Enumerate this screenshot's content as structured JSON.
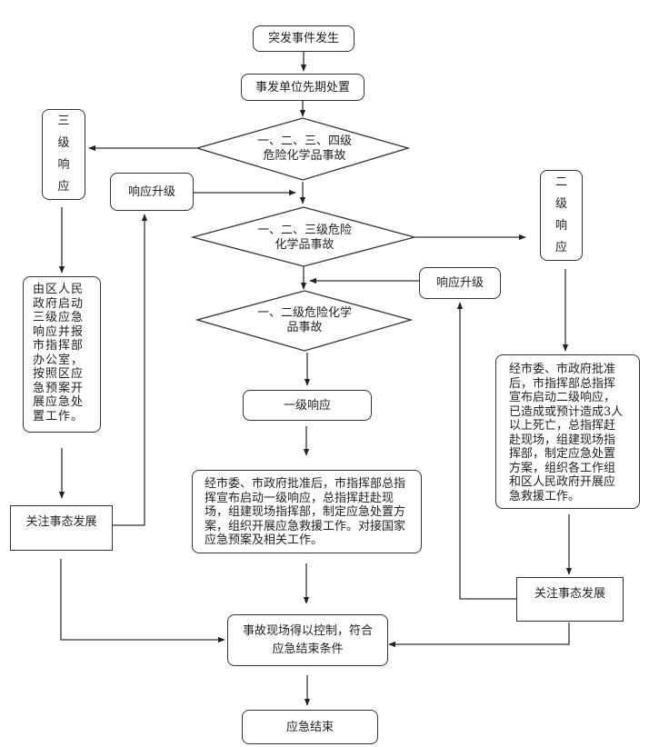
{
  "nodes": {
    "start": "突发事件发生",
    "initial": "事发单位先期处置",
    "decision1": "一、二、三、四级\n危险化学品事故",
    "decision2": "一、二、三级危险\n化学品事故",
    "decision3": "一、二级危险化学\n品事故",
    "level3": [
      "三",
      "级",
      "响",
      "应"
    ],
    "level2": [
      "二",
      "级",
      "响",
      "应"
    ],
    "level1": "一级响应",
    "upgrade_left": "响应升级",
    "upgrade_right": "响应升级",
    "level3_action": "由区人民政府启动三级应急响应并报市指挥部办公室，按照区应急预案开展应急处置工作。",
    "level2_action": "经市委、市政府批准后，市指挥部总指挥宣布启动二级响应，已造成或预计造成3人以上死亡，总指挥赶赴现场，组建现场指挥部，制定应急处置方案，组织各工作组和区人民政府开展应急救援工作。",
    "level1_action": "经市委、市政府批准后，市指挥部总指挥宣布启动一级响应，总指挥赶赴现场，组建现场指挥部，制定应急处置方案，组织开展应急救援工作。对接国家应急预案及相关工作。",
    "monitor_left": "关注事态发展",
    "monitor_right": "关注事态发展",
    "controlled": "事故现场得以控制，符合\n应急结束条件",
    "end": "应急结束"
  }
}
